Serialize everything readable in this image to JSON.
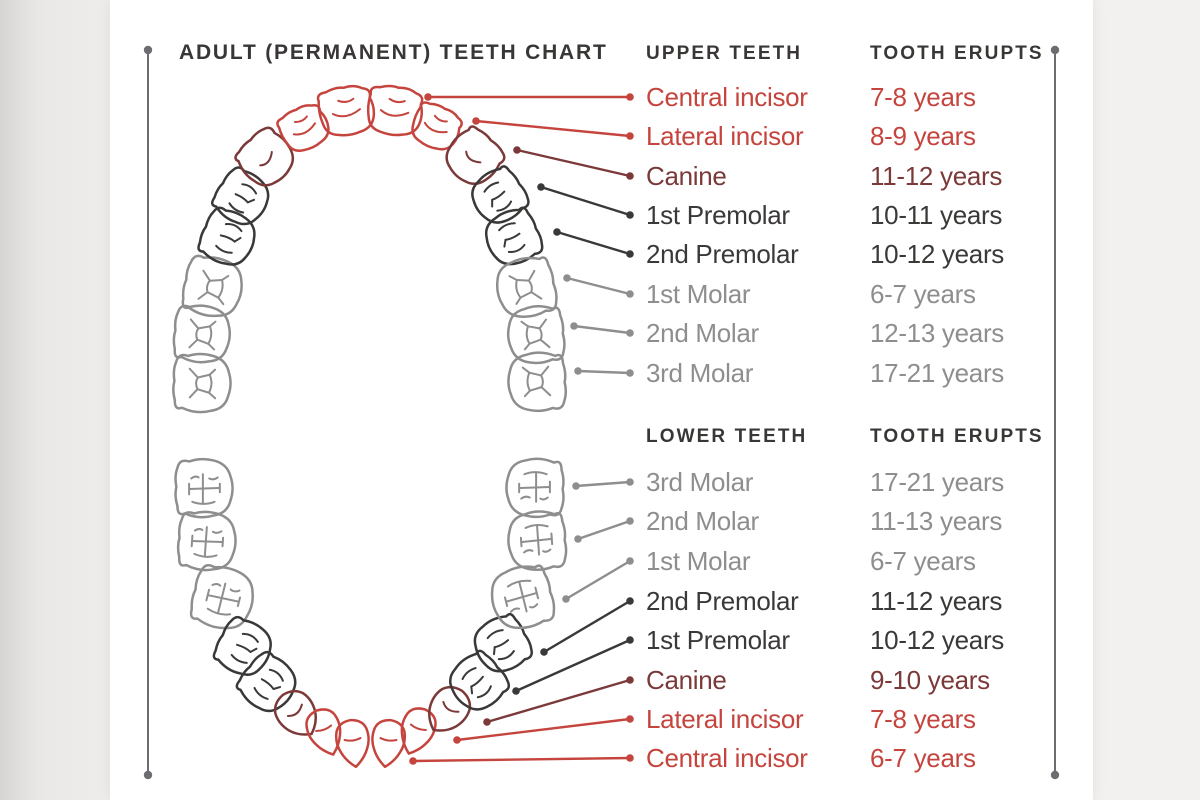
{
  "title": "ADULT (PERMANENT) TEETH CHART",
  "colors": {
    "red": "#c5453e",
    "maroon": "#7b3a39",
    "dark": "#3b3938",
    "gray": "#8f8e8e",
    "heading": "#393736",
    "frame": "#6e6c71",
    "card_bg": "#ffffff",
    "page_bg": "#f2f1f0"
  },
  "upper": {
    "heading": "UPPER TEETH",
    "erupts_heading": "TOOTH ERUPTS",
    "rows": [
      {
        "label": "Central incisor",
        "years": "7-8 years",
        "tone": "red"
      },
      {
        "label": "Lateral incisor",
        "years": "8-9 years",
        "tone": "red"
      },
      {
        "label": "Canine",
        "years": "11-12 years",
        "tone": "maroon"
      },
      {
        "label": "1st Premolar",
        "years": "10-11 years",
        "tone": "dark"
      },
      {
        "label": "2nd Premolar",
        "years": "10-12 years",
        "tone": "dark"
      },
      {
        "label": "1st Molar",
        "years": "6-7 years",
        "tone": "gray"
      },
      {
        "label": "2nd Molar",
        "years": "12-13 years",
        "tone": "gray"
      },
      {
        "label": "3rd Molar",
        "years": "17-21 years",
        "tone": "gray"
      }
    ]
  },
  "lower": {
    "heading": "LOWER TEETH",
    "erupts_heading": "TOOTH ERUPTS",
    "rows": [
      {
        "label": "3rd Molar",
        "years": "17-21 years",
        "tone": "gray"
      },
      {
        "label": "2nd Molar",
        "years": "11-13 years",
        "tone": "gray"
      },
      {
        "label": "1st Molar",
        "years": "6-7 years",
        "tone": "gray"
      },
      {
        "label": "2nd Premolar",
        "years": "11-12 years",
        "tone": "dark"
      },
      {
        "label": "1st Premolar",
        "years": "10-12 years",
        "tone": "dark"
      },
      {
        "label": "Canine",
        "years": "9-10 years",
        "tone": "maroon"
      },
      {
        "label": "Lateral incisor",
        "years": "7-8 years",
        "tone": "red"
      },
      {
        "label": "Central incisor",
        "years": "6-7 years",
        "tone": "red"
      }
    ]
  },
  "tooth_group_tones": {
    "incisor": "red",
    "canine": "maroon",
    "premolar": "dark",
    "molar": "gray"
  }
}
